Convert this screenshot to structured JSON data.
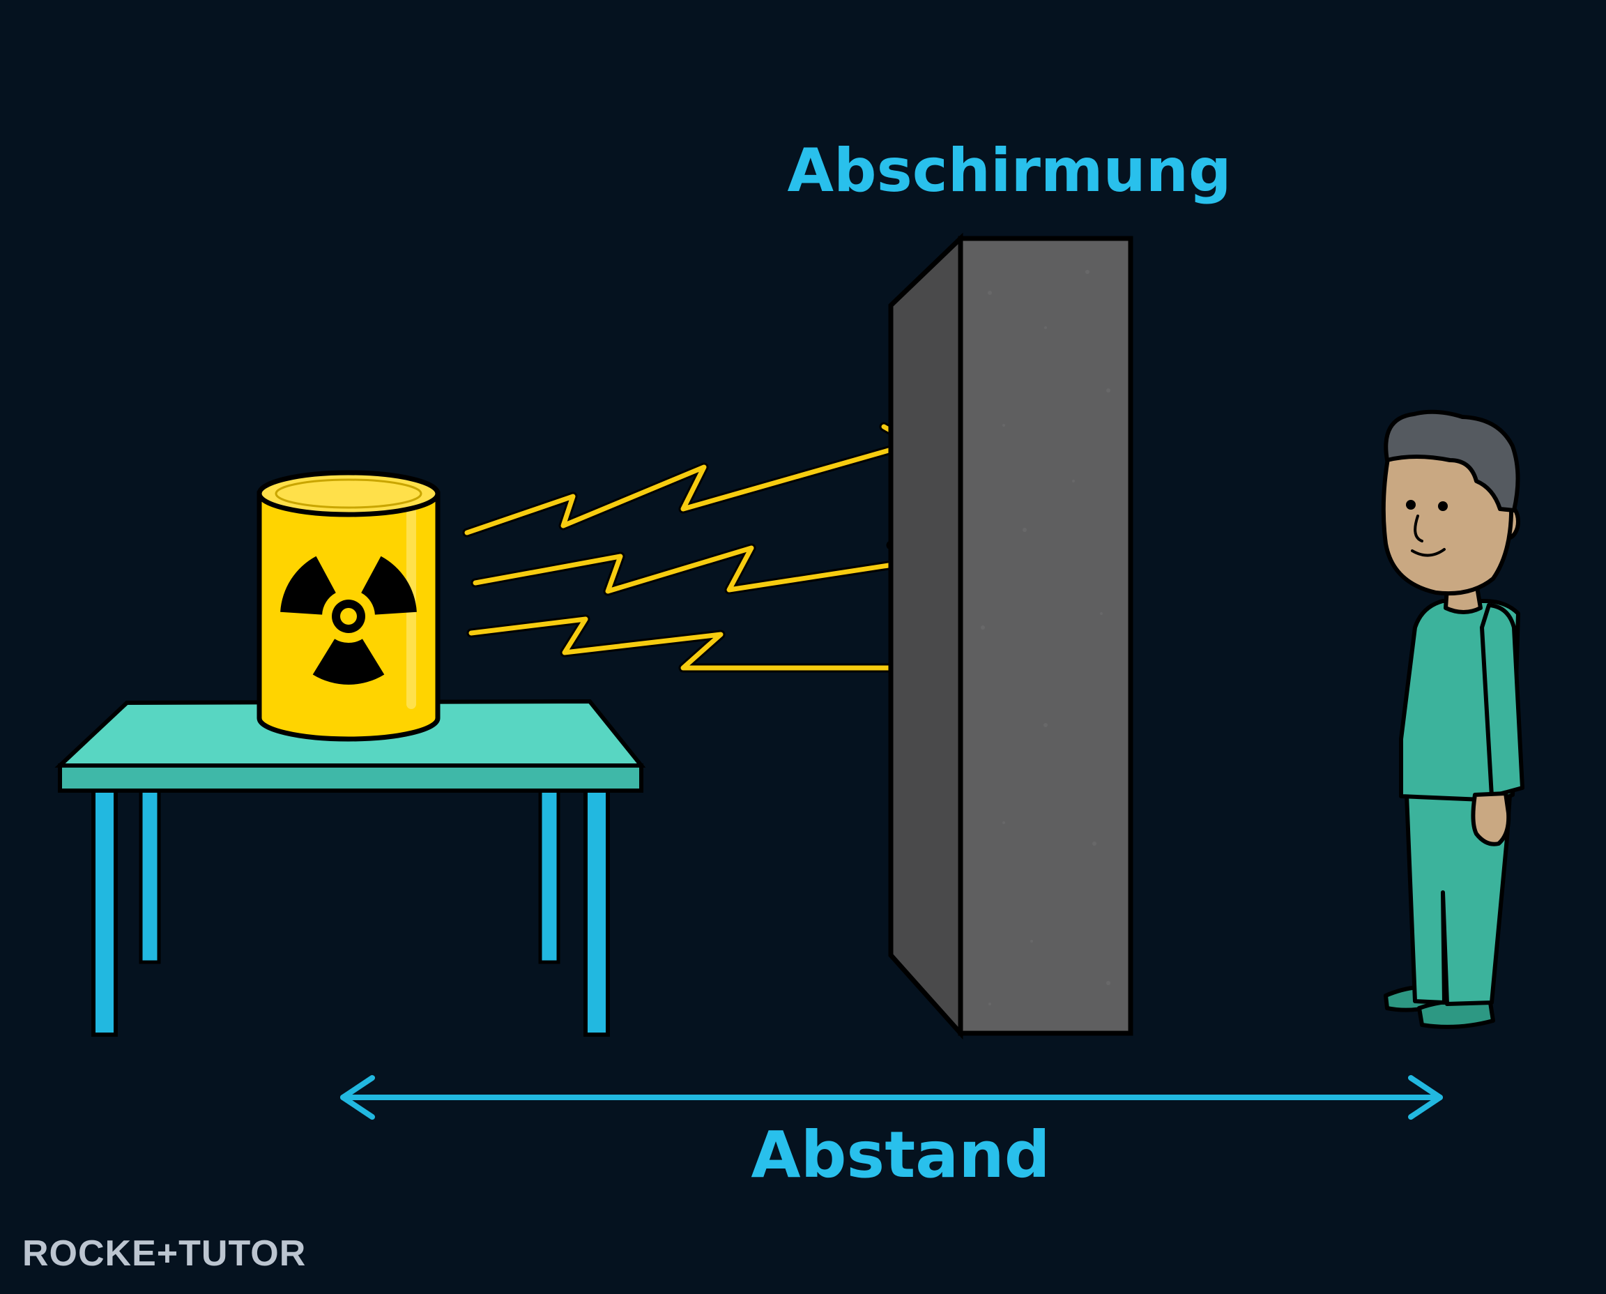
{
  "labels": {
    "shield": "Abschirmung",
    "distance": "Abstand"
  },
  "branding": {
    "logo_text": "ROCKE+TUTOR"
  },
  "icons": {
    "source": "radiation-barrel-icon",
    "hazard": "radiation-trefoil-icon",
    "person": "person-figure",
    "table": "table",
    "wall": "concrete-wall",
    "rays": "lightning-ray-arrows",
    "distance": "double-headed-arrow"
  },
  "colors": {
    "background": "#05121f",
    "label": "#29c0ec",
    "barrel": "#ffd400",
    "rays": "#f7cc10",
    "table_top": "#58d6c2",
    "table_legs": "#22b8e0",
    "wall": "#5f5f60",
    "clothes": "#3cb39c",
    "skin": "#c9a882",
    "hair": "#555a60"
  }
}
